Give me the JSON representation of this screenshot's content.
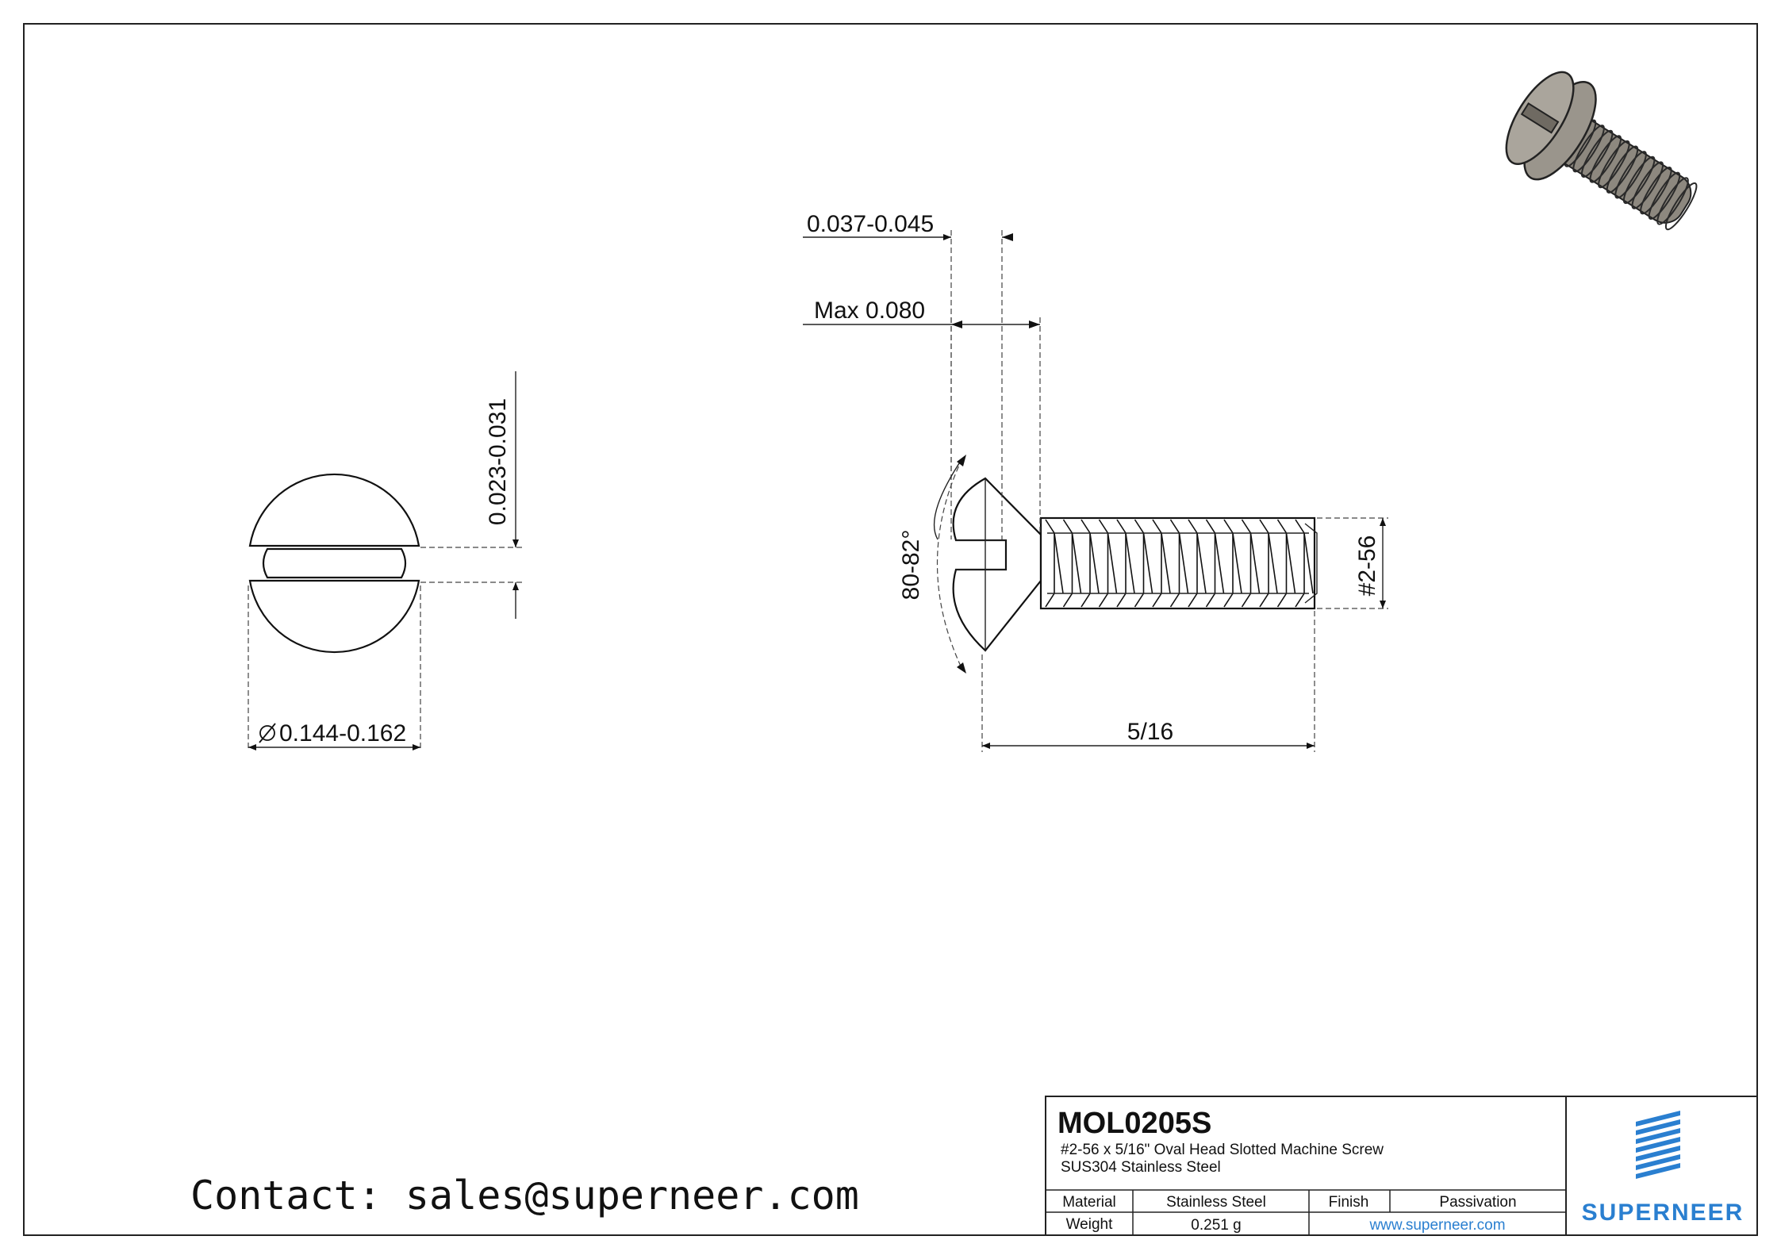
{
  "dimensions": {
    "slot_width": "0.037-0.045",
    "head_height": "Max 0.080",
    "slot_depth": "0.023-0.031",
    "head_diameter": "0.144-0.162",
    "head_angle": "80-82°",
    "thread": "#2-56",
    "length": "5/16"
  },
  "title_block": {
    "part_number": "MOL0205S",
    "description": "#2-56 x 5/16\" Oval Head Slotted Machine Screw",
    "material_line": "SUS304 Stainless Steel",
    "labels": {
      "material": "Material",
      "finish": "Finish",
      "weight": "Weight"
    },
    "values": {
      "material": "Stainless Steel",
      "finish": "Passivation",
      "weight": "0.251 g",
      "website": "www.superneer.com"
    },
    "brand": "SUPERNEER"
  },
  "contact": "Contact: sales@superneer.com",
  "colors": {
    "line": "#111111",
    "brand_blue": "#2a7fd0",
    "screw_gray": "#9a958c"
  }
}
